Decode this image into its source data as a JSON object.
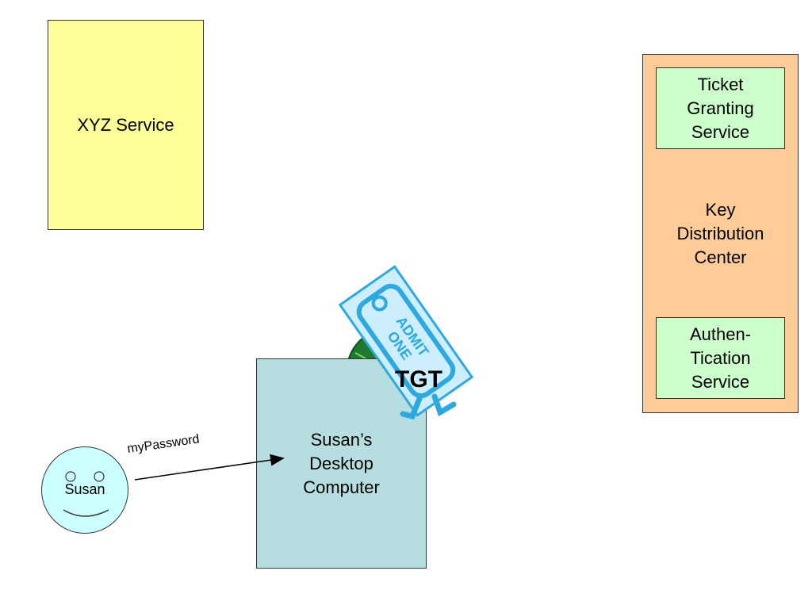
{
  "xyz_service": {
    "label": "XYZ Service"
  },
  "kdc": {
    "label": "Key\nDistribution\nCenter",
    "ticket_granting_service": "Ticket\nGranting\nService",
    "authentication_service": "Authen-\nTication\nService"
  },
  "desktop": {
    "label": "Susan’s\nDesktop\nComputer"
  },
  "susan": {
    "label": "Susan"
  },
  "password": {
    "label": "myPassword"
  },
  "ticket": {
    "label": "TGT",
    "stub_text": "ADMIT\nONE"
  },
  "colors": {
    "xyz_fill": "#ffff99",
    "kdc_fill": "#ffcc99",
    "service_fill": "#ccffcc",
    "desktop_fill": "#b6dde0",
    "face_fill": "#ccffff",
    "ticket_fill": "#8fd8f5",
    "ticket_stroke": "#2ea8e0",
    "seal_fill": "#1f7a2e"
  },
  "icons": [
    "smiley-face-icon",
    "admit-one-ticket-icon",
    "seal-icon",
    "arrow-icon"
  ]
}
